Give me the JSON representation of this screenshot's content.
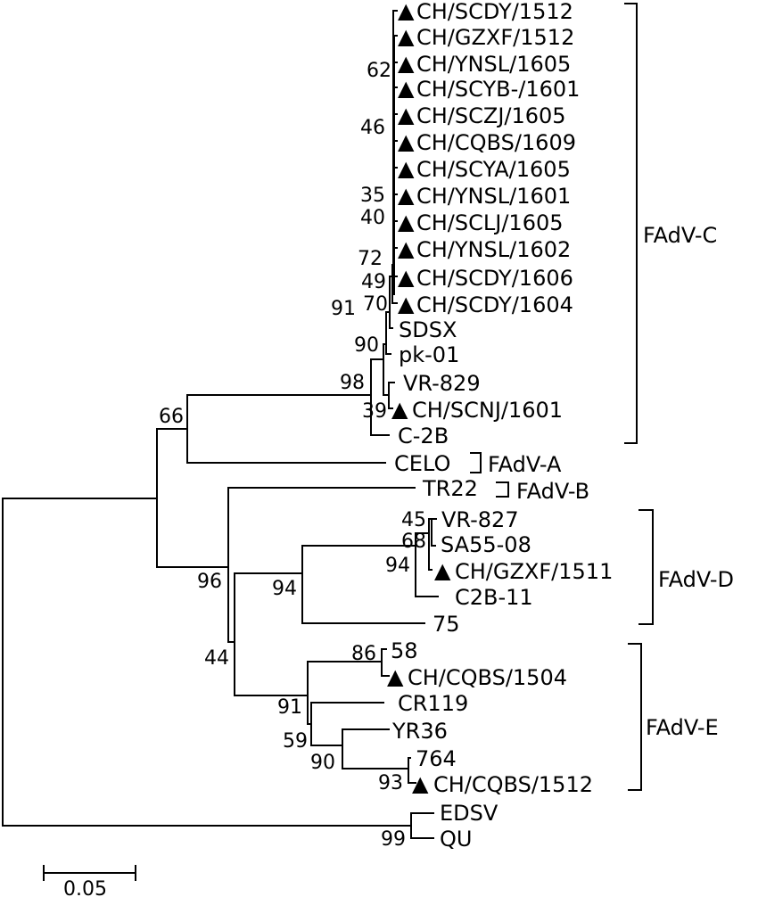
{
  "leaves": {
    "scdy1512": "CH/SCDY/1512",
    "gzxf1512": "CH/GZXF/1512",
    "ynsl1605": "CH/YNSL/1605",
    "scyb1601": "CH/SCYB-/1601",
    "sczj1605": "CH/SCZJ/1605",
    "cqbs1609": "CH/CQBS/1609",
    "scya1605": "CH/SCYA/1605",
    "ynsl1601": "CH/YNSL/1601",
    "sclj1605": "CH/SCLJ/1605",
    "ynsl1602": "CH/YNSL/1602",
    "scdy1606": "CH/SCDY/1606",
    "scdy1604": "CH/SCDY/1604",
    "sdsx": "SDSX",
    "pk01": "pk-01",
    "vr829": "VR-829",
    "scnj1601": "CH/SCNJ/1601",
    "c2b": "C-2B",
    "celo": "CELO",
    "tr22": "TR22",
    "vr827": "VR-827",
    "sa5508": "SA55-08",
    "gzxf1511": "CH/GZXF/1511",
    "c2b11": "C2B-11",
    "l75": "75",
    "l58": "58",
    "cqbs1504": "CH/CQBS/1504",
    "cr119": "CR119",
    "yr36": "YR36",
    "l764": "764",
    "cqbs1512": "CH/CQBS/1512",
    "edsv": "EDSV",
    "qu": "QU"
  },
  "bootstrap": {
    "b62": "62",
    "b46": "46",
    "b35": "35",
    "b40": "40",
    "b72": "72",
    "b49": "49",
    "b70": "70",
    "b91a": "91",
    "b90a": "90",
    "b98": "98",
    "b39": "39",
    "b66": "66",
    "b96": "96",
    "b45": "45",
    "b68": "68",
    "b94a": "94",
    "b94b": "94",
    "b44": "44",
    "b86": "86",
    "b91b": "91",
    "b59": "59",
    "b90b": "90",
    "b93": "93",
    "b99": "99"
  },
  "groups": {
    "c": "FAdV-C",
    "a": "FAdV-A",
    "b": "FAdV-B",
    "d": "FAdV-D",
    "e": "FAdV-E"
  },
  "scale_bar": {
    "label": "0.05"
  },
  "marker_symbol": "▲"
}
